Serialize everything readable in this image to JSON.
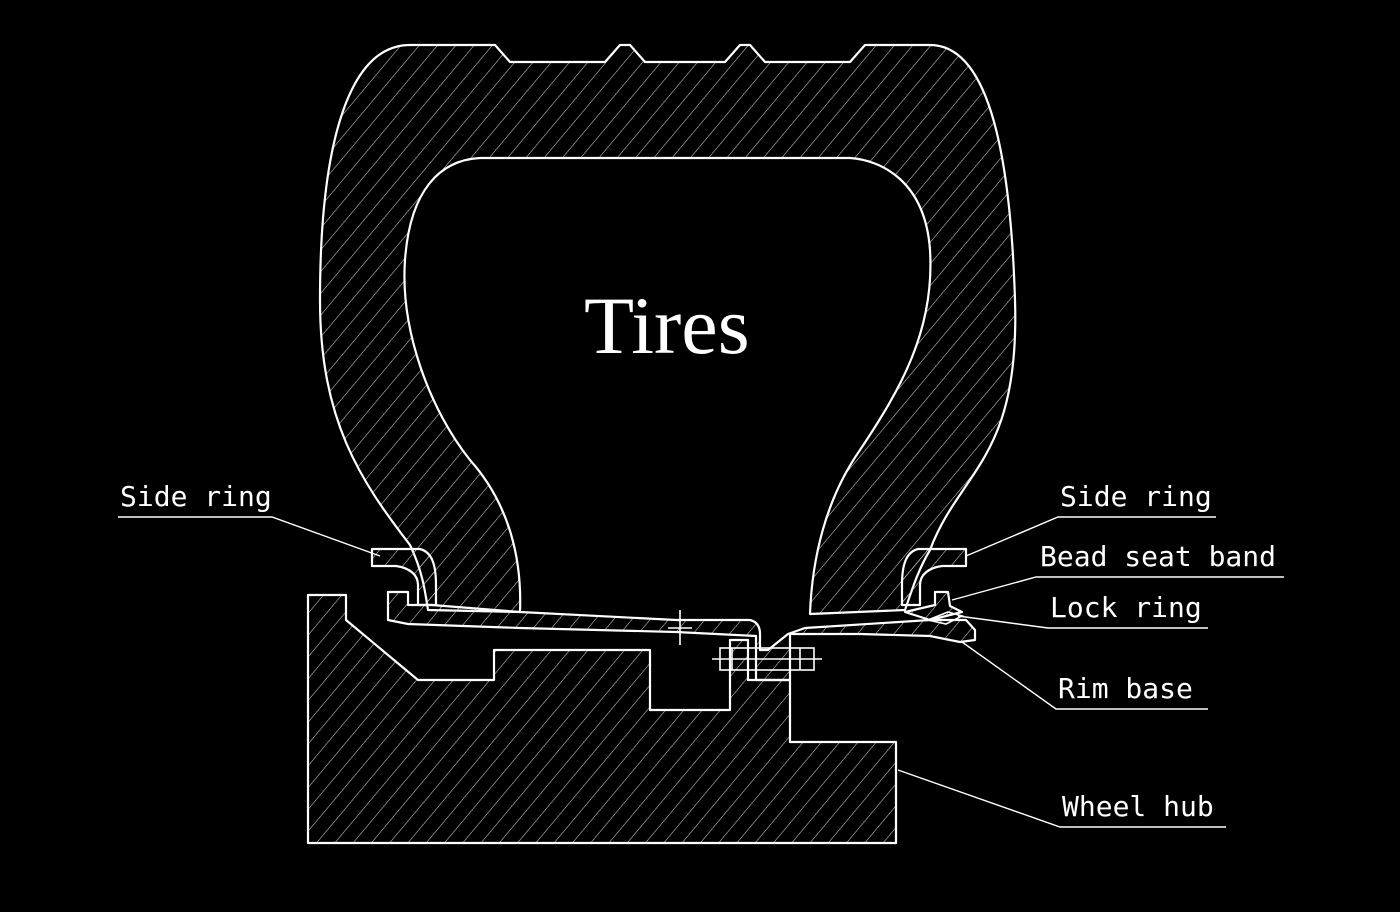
{
  "title": "Tires",
  "labels": {
    "side_ring_left": "Side ring",
    "side_ring_right": "Side ring",
    "bead_seat_band": "Bead seat band",
    "lock_ring": "Lock ring",
    "rim_base": "Rim base",
    "wheel_hub": "Wheel hub"
  },
  "colors": {
    "background": "#000000",
    "line": "#ffffff"
  }
}
